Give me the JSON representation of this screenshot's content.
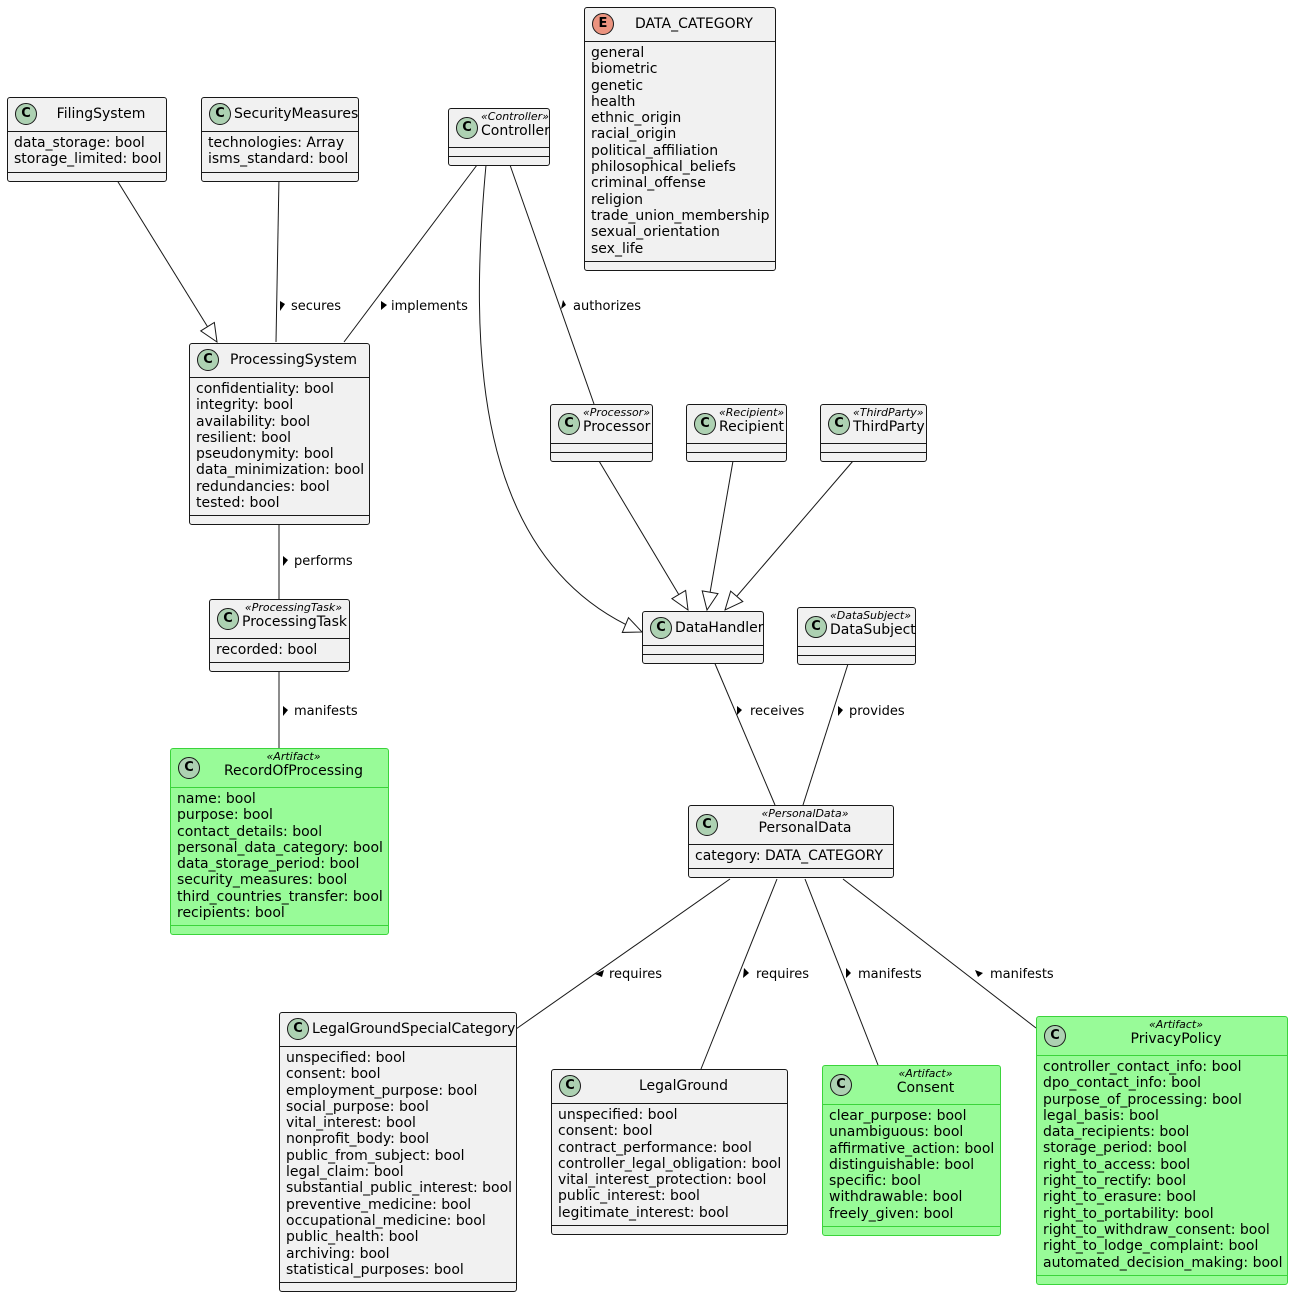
{
  "classes": {
    "data_category": {
      "name": "DATA_CATEGORY",
      "badge": "E",
      "stereotype": "",
      "attributes": [
        "general",
        "biometric",
        "genetic",
        "health",
        "ethnic_origin",
        "racial_origin",
        "political_affiliation",
        "philosophical_beliefs",
        "criminal_offense",
        "religion",
        "trade_union_membership",
        "sexual_orientation",
        "sex_life"
      ]
    },
    "filing_system": {
      "name": "FilingSystem",
      "badge": "C",
      "stereotype": "",
      "attributes": [
        "data_storage: bool",
        "storage_limited: bool"
      ]
    },
    "security_measures": {
      "name": "SecurityMeasures",
      "badge": "C",
      "stereotype": "",
      "attributes": [
        "technologies: Array",
        "isms_standard: bool"
      ]
    },
    "controller": {
      "name": "Controller",
      "badge": "C",
      "stereotype": "«Controller»",
      "attributes": []
    },
    "processing_system": {
      "name": "ProcessingSystem",
      "badge": "C",
      "stereotype": "",
      "attributes": [
        "confidentiality: bool",
        "integrity: bool",
        "availability: bool",
        "resilient: bool",
        "pseudonymity: bool",
        "data_minimization: bool",
        "redundancies: bool",
        "tested: bool"
      ]
    },
    "processor": {
      "name": "Processor",
      "badge": "C",
      "stereotype": "«Processor»",
      "attributes": []
    },
    "recipient": {
      "name": "Recipient",
      "badge": "C",
      "stereotype": "«Recipient»",
      "attributes": []
    },
    "third_party": {
      "name": "ThirdParty",
      "badge": "C",
      "stereotype": "«ThirdParty»",
      "attributes": []
    },
    "processing_task": {
      "name": "ProcessingTask",
      "badge": "C",
      "stereotype": "«ProcessingTask»",
      "attributes": [
        "recorded: bool"
      ]
    },
    "data_handler": {
      "name": "DataHandler",
      "badge": "C",
      "stereotype": "",
      "attributes": []
    },
    "data_subject": {
      "name": "DataSubject",
      "badge": "C",
      "stereotype": "«DataSubject»",
      "attributes": []
    },
    "record_of_processing": {
      "name": "RecordOfProcessing",
      "badge": "C",
      "stereotype": "«Artifact»",
      "attributes": [
        "name: bool",
        "purpose: bool",
        "contact_details: bool",
        "personal_data_category: bool",
        "data_storage_period: bool",
        "security_measures: bool",
        "third_countries_transfer: bool",
        "recipients: bool"
      ]
    },
    "personal_data": {
      "name": "PersonalData",
      "badge": "C",
      "stereotype": "«PersonalData»",
      "attributes": [
        "category: DATA_CATEGORY"
      ]
    },
    "legal_ground_special": {
      "name": "LegalGroundSpecialCategory",
      "badge": "C",
      "stereotype": "",
      "attributes": [
        "unspecified: bool",
        "consent: bool",
        "employment_purpose: bool",
        "social_purpose: bool",
        "vital_interest: bool",
        "nonprofit_body: bool",
        "public_from_subject: bool",
        "legal_claim: bool",
        "substantial_public_interest: bool",
        "preventive_medicine: bool",
        "occupational_medicine: bool",
        "public_health: bool",
        "archiving: bool",
        "statistical_purposes: bool"
      ]
    },
    "legal_ground": {
      "name": "LegalGround",
      "badge": "C",
      "stereotype": "",
      "attributes": [
        "unspecified: bool",
        "consent: bool",
        "contract_performance: bool",
        "controller_legal_obligation: bool",
        "vital_interest_protection: bool",
        "public_interest: bool",
        "legitimate_interest: bool"
      ]
    },
    "consent": {
      "name": "Consent",
      "badge": "C",
      "stereotype": "«Artifact»",
      "attributes": [
        "clear_purpose: bool",
        "unambiguous: bool",
        "affirmative_action: bool",
        "distinguishable: bool",
        "specific: bool",
        "withdrawable: bool",
        "freely_given: bool"
      ]
    },
    "privacy_policy": {
      "name": "PrivacyPolicy",
      "badge": "C",
      "stereotype": "«Artifact»",
      "attributes": [
        "controller_contact_info: bool",
        "dpo_contact_info: bool",
        "purpose_of_processing: bool",
        "legal_basis: bool",
        "data_recipients: bool",
        "storage_period: bool",
        "right_to_access: bool",
        "right_to_rectify: bool",
        "right_to_erasure: bool",
        "right_to_portability: bool",
        "right_to_withdraw_consent: bool",
        "right_to_lodge_complaint: bool",
        "automated_decision_making: bool"
      ]
    }
  },
  "relations": {
    "secures": "secures",
    "implements": "implements",
    "authorizes": "authorizes",
    "performs": "performs",
    "manifests_record": "manifests",
    "receives": "receives",
    "provides": "provides",
    "requires_special": "requires",
    "requires_ground": "requires",
    "manifests_consent": "manifests",
    "manifests_policy": "manifests"
  },
  "colors": {
    "class_fill": "#f1f1f1",
    "artifact_fill": "#98fb98",
    "class_badge": "#add1b2",
    "enum_badge": "#eb937f",
    "line": "#181818"
  }
}
